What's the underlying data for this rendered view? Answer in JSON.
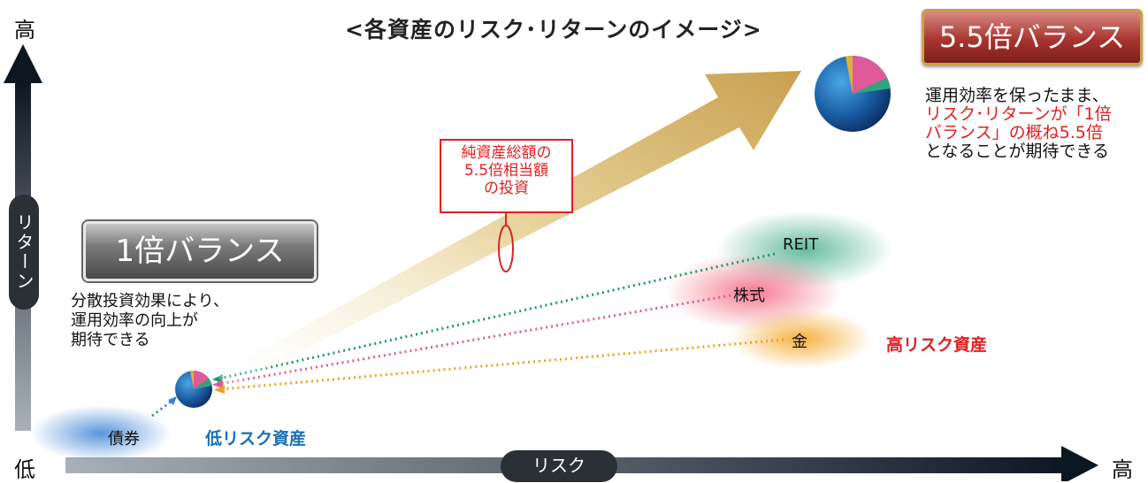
{
  "title": "<各資産のリスク･リターンのイメージ>",
  "axes": {
    "y_high": "高",
    "y_low": "低",
    "y_label": "リターン",
    "x_high": "高",
    "x_label": "リスク"
  },
  "balance_5x": {
    "label": "5.5倍バランス",
    "desc_line1": "運用効率を保ったまま、",
    "desc_line2": "リスク･リターンが「1倍",
    "desc_line3": "バランス」の概ね5.5倍",
    "desc_line4": "となることが期待できる"
  },
  "balance_1x": {
    "label": "1倍バランス",
    "desc": "分散投資効果により、\n運用効率の向上が\n期待できる"
  },
  "investment_note": "純資産総額の\n5.5倍相当額\nの投資",
  "assets": {
    "reit": "REIT",
    "stocks": "株式",
    "gold": "金",
    "bonds": "債券"
  },
  "high_risk_label": "高リスク資産",
  "low_risk_label": "低リスク資産",
  "colors": {
    "reit": "#3aaa8a",
    "stocks": "#e05a8a",
    "gold": "#f0a020",
    "bonds": "#3a7fd0",
    "arrow_gold": "#d4b05a",
    "accent_red": "#e02020"
  }
}
